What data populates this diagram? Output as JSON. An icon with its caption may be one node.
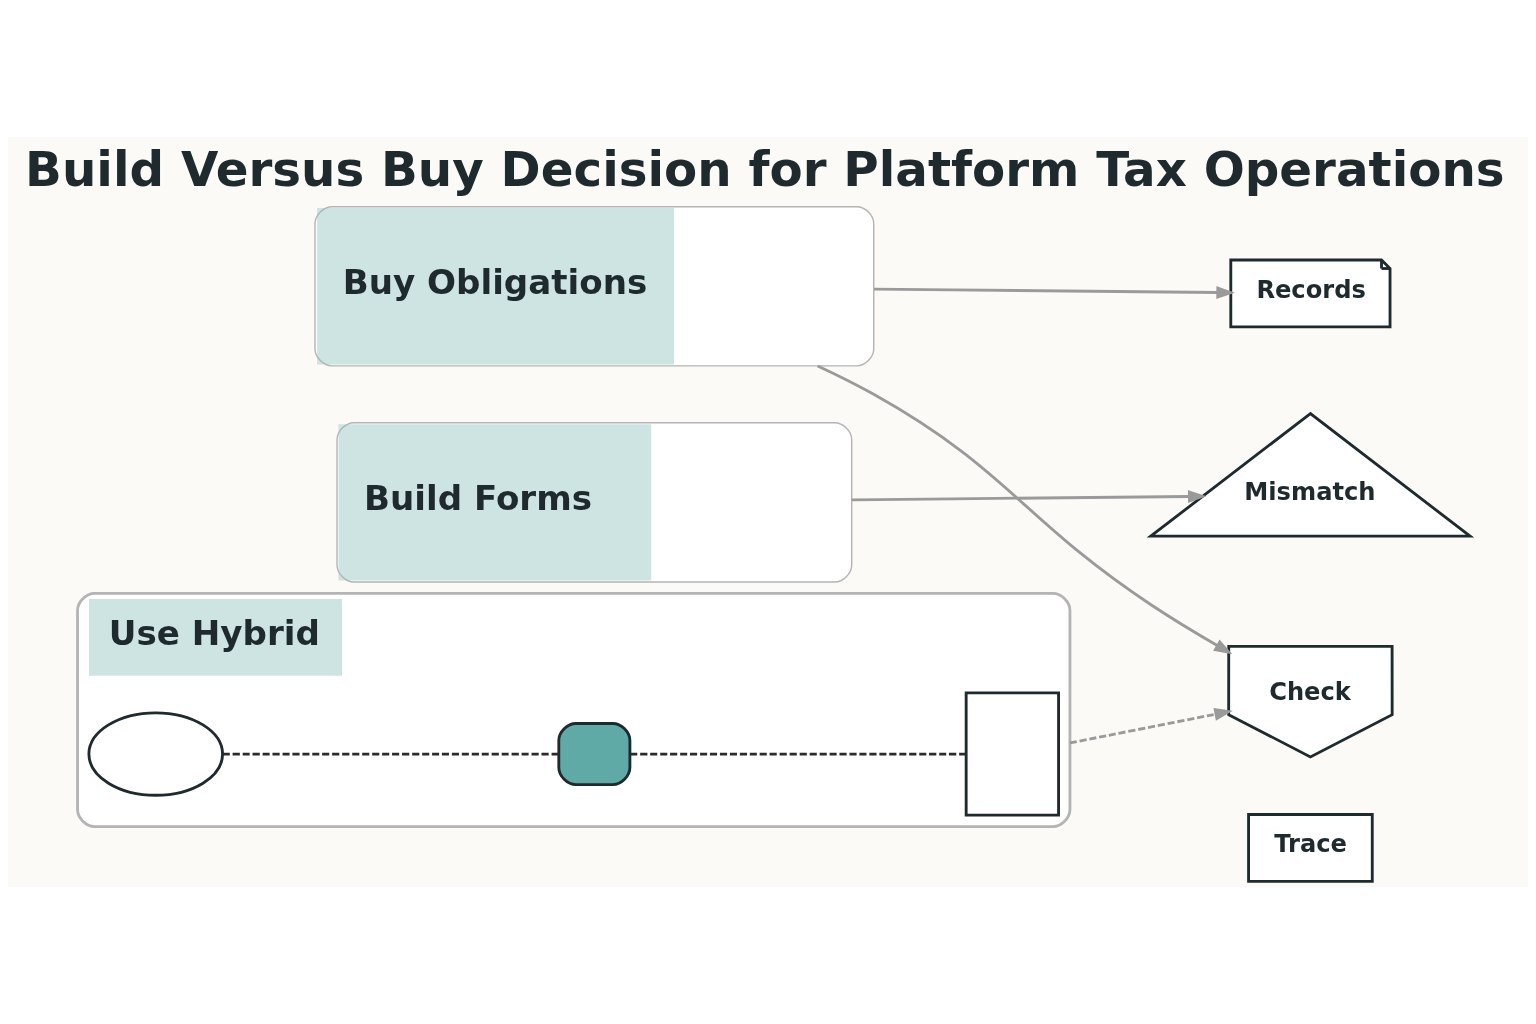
{
  "diagram": {
    "title": "Build Versus Buy Decision for Platform Tax Operations",
    "nodes": [
      {
        "text": [
          "Buy Obligations"
        ]
      },
      {
        "text": [
          "Build Forms"
        ]
      },
      {
        "text": [
          "Use Hybrid"
        ]
      },
      {
        "text": [],
        "shape": "cloud",
        "in": 2
      },
      {
        "text": [],
        "shape": "box",
        "in": 2
      },
      {
        "text": [],
        "shape": "box",
        "in": 2
      },
      {
        "text": [
          "Records"
        ]
      },
      {
        "text": [
          "Mismatch"
        ]
      },
      {
        "text": [
          "Check"
        ]
      },
      {
        "text": [
          "Trace"
        ]
      }
    ],
    "edges": [
      {
        "from": 0,
        "to": 6,
        "arrow": "to"
      },
      {
        "from": 0,
        "to": 8,
        "arrow": "to"
      },
      {
        "from": 1,
        "to": 7,
        "arrow": "to"
      },
      {
        "from": 2,
        "to": 8,
        "arrow": "to",
        "style": "dashed"
      },
      {
        "from": 3,
        "to": 4,
        "arrow": "none",
        "style": "dashed",
        "color": "#2b2b2b"
      },
      {
        "from": 4,
        "to": 5,
        "arrow": "none",
        "style": "dashed",
        "color": "#2b2b2b"
      }
    ]
  }
}
